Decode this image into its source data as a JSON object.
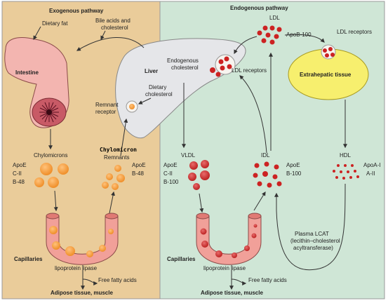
{
  "colors": {
    "exogenous_bg": "#eacc9a",
    "endogenous_bg": "#cfe6d6",
    "liver_fill": "#e5e6e9",
    "intestine_fill": "#f3b5b0",
    "chylomicron_fill": "#f49a3c",
    "vldl_fill": "#cc2a2a",
    "extrahepatic_fill": "#f7ef6e"
  },
  "exogenous": {
    "title": "Exogenous pathway",
    "dietary_fat": "Dietary fat",
    "bile_acids_1": "Bile acids and",
    "bile_acids_2": "cholesterol",
    "intestine": "Intestine",
    "chylomicrons": "Chylomicrons",
    "apo_left": [
      "ApoE",
      "C-II",
      "B-48"
    ],
    "chylomicron_remnant_handwritten": "Chylomicron",
    "remnants": "Remnants",
    "apo_right": [
      "ApoE",
      "B-48"
    ],
    "remnant_receptor_1": "Remnant",
    "remnant_receptor_2": "receptor",
    "dietary_cholesterol_1": "Dietary",
    "dietary_cholesterol_2": "cholesterol",
    "capillaries": "Capillaries",
    "lipoprotein_lipase": "lipoprotein lipase",
    "free_fatty_acids": "Free fatty acids",
    "adipose": "Adipose tissue, muscle"
  },
  "liver": {
    "label": "Liver",
    "endogenous_cholesterol_1": "Endogenous",
    "endogenous_cholesterol_2": "cholesterol",
    "ldl_receptors": "LDL receptors"
  },
  "endogenous": {
    "title": "Endogenous pathway",
    "ldl": "LDL",
    "apob100": "ApoB-100",
    "ldl_receptors": "LDL receptors",
    "extrahepatic": "Extrahepatic tissue",
    "vldl": "VLDL",
    "vldl_apo": [
      "ApoE",
      "C-II",
      "B-100"
    ],
    "idl": "IDL",
    "idl_apo": [
      "ApoE",
      "B-100"
    ],
    "hdl": "HDL",
    "hdl_apo": [
      "ApoA-I",
      "A-II"
    ],
    "plasma_lcat": [
      "Plasma LCAT",
      "(lecithin–cholesterol",
      "acyltransferase)"
    ],
    "capillaries": "Capillaries",
    "lipoprotein_lipase": "lipoprotein lipase",
    "free_fatty_acids": "Free fatty acids",
    "adipose": "Adipose tissue, muscle"
  }
}
